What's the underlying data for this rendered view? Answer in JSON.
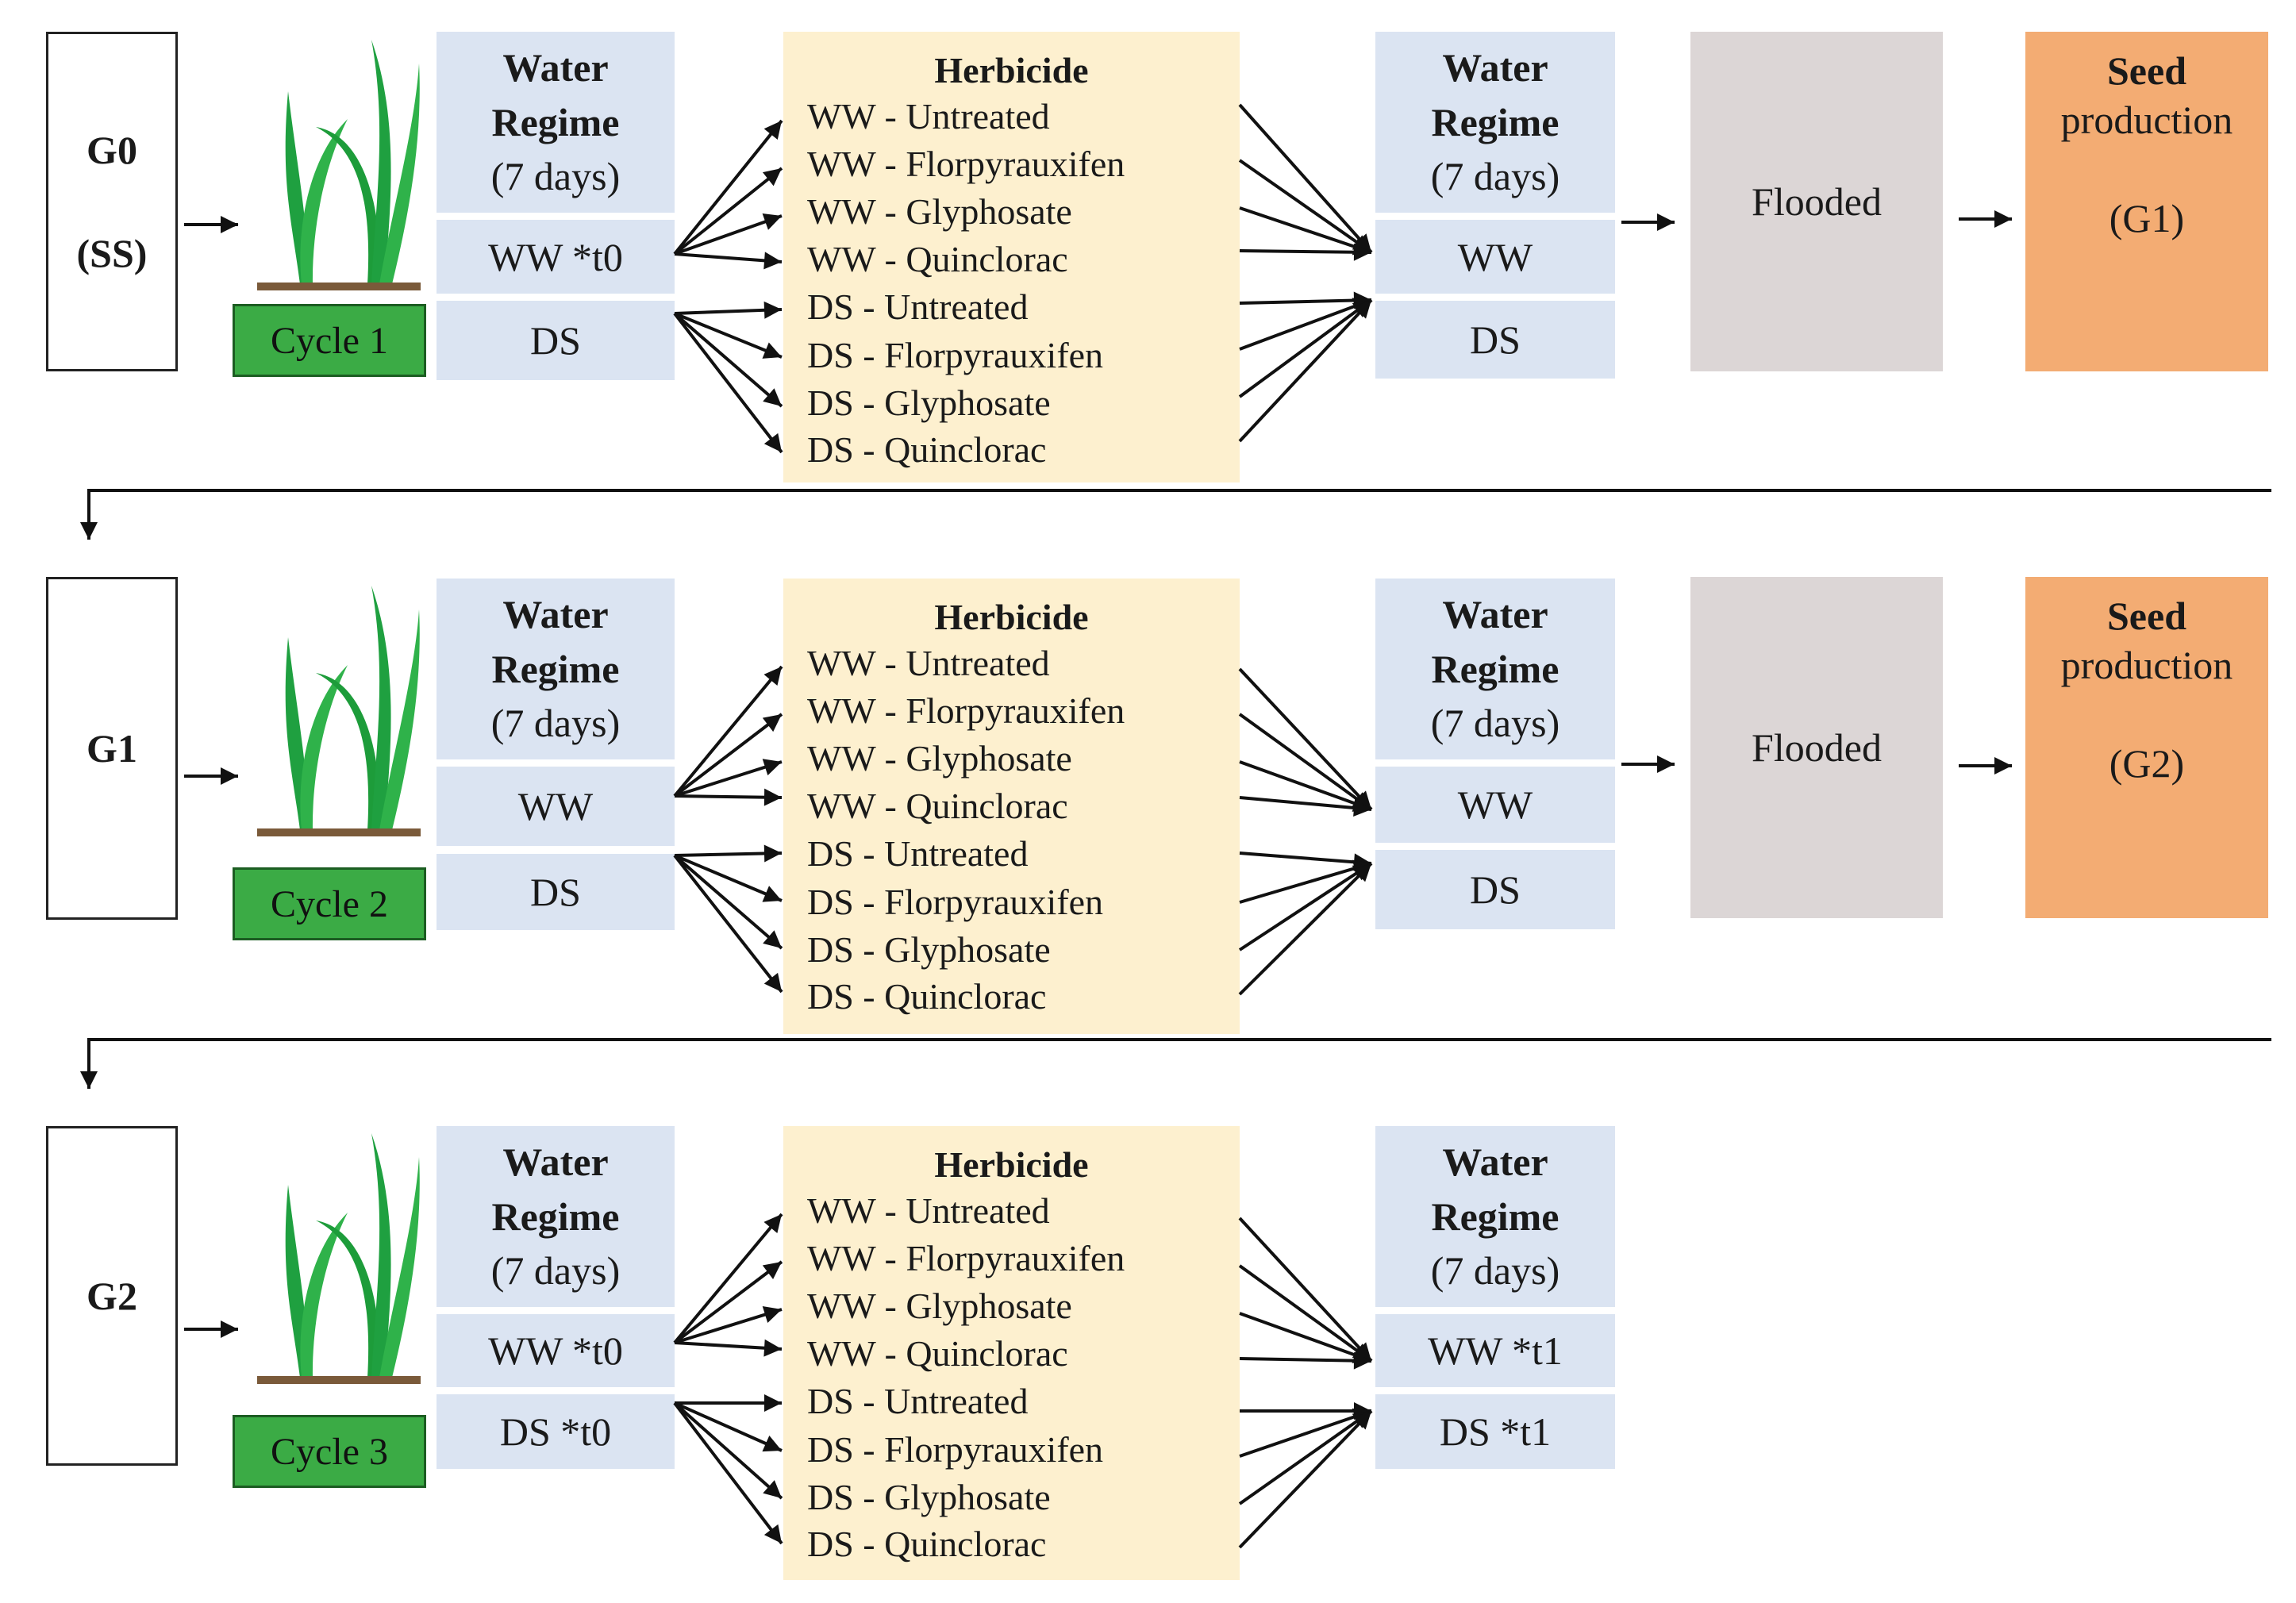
{
  "rows": [
    {
      "generation": "G0",
      "generation_sub": "(SS)",
      "cycle_label": "Cycle 1",
      "water_regime_title_1": "Water",
      "water_regime_title_2": "Regime",
      "water_regime_duration": "(7 days)",
      "pre_ww": "WW *t0",
      "pre_ds": "DS",
      "herbicide_title": "Herbicide",
      "herbicide_items": [
        "WW - Untreated",
        "WW - Florpyrauxifen",
        "WW - Glyphosate",
        "WW - Quinclorac",
        "DS - Untreated",
        "DS - Florpyrauxifen",
        "DS - Glyphosate",
        "DS - Quinclorac"
      ],
      "post_title_1": "Water",
      "post_title_2": "Regime",
      "post_duration": "(7 days)",
      "post_ww": "WW",
      "post_ds": "DS",
      "flooded": "Flooded",
      "seed_title": "Seed",
      "seed_sub": "production",
      "seed_gen": "(G1)"
    },
    {
      "generation": "G1",
      "generation_sub": "",
      "cycle_label": "Cycle 2",
      "water_regime_title_1": "Water",
      "water_regime_title_2": "Regime",
      "water_regime_duration": "(7 days)",
      "pre_ww": "WW",
      "pre_ds": "DS",
      "herbicide_title": "Herbicide",
      "herbicide_items": [
        "WW - Untreated",
        "WW - Florpyrauxifen",
        "WW - Glyphosate",
        "WW - Quinclorac",
        "DS - Untreated",
        "DS - Florpyrauxifen",
        "DS - Glyphosate",
        "DS - Quinclorac"
      ],
      "post_title_1": "Water",
      "post_title_2": "Regime",
      "post_duration": "(7 days)",
      "post_ww": "WW",
      "post_ds": "DS",
      "flooded": "Flooded",
      "seed_title": "Seed",
      "seed_sub": "production",
      "seed_gen": "(G2)"
    },
    {
      "generation": "G2",
      "generation_sub": "",
      "cycle_label": "Cycle 3",
      "water_regime_title_1": "Water",
      "water_regime_title_2": "Regime",
      "water_regime_duration": "(7 days)",
      "pre_ww": "WW *t0",
      "pre_ds": "DS *t0",
      "herbicide_title": "Herbicide",
      "herbicide_items": [
        "WW - Untreated",
        "WW - Florpyrauxifen",
        "WW - Glyphosate",
        "WW - Quinclorac",
        "DS - Untreated",
        "DS - Florpyrauxifen",
        "DS - Glyphosate",
        "DS - Quinclorac"
      ],
      "post_title_1": "Water",
      "post_title_2": "Regime",
      "post_duration": "(7 days)",
      "post_ww": "WW *t1",
      "post_ds": "DS *t1"
    }
  ],
  "icons": {
    "plant": "rice-plant-icon"
  },
  "colors": {
    "water_regime": "#dbe4f2",
    "herbicide": "#fdf0cf",
    "flooded": "#dcd6d6",
    "seed_production": "#f3ac73",
    "cycle": "#3bab45",
    "plant": "#1fa040"
  }
}
